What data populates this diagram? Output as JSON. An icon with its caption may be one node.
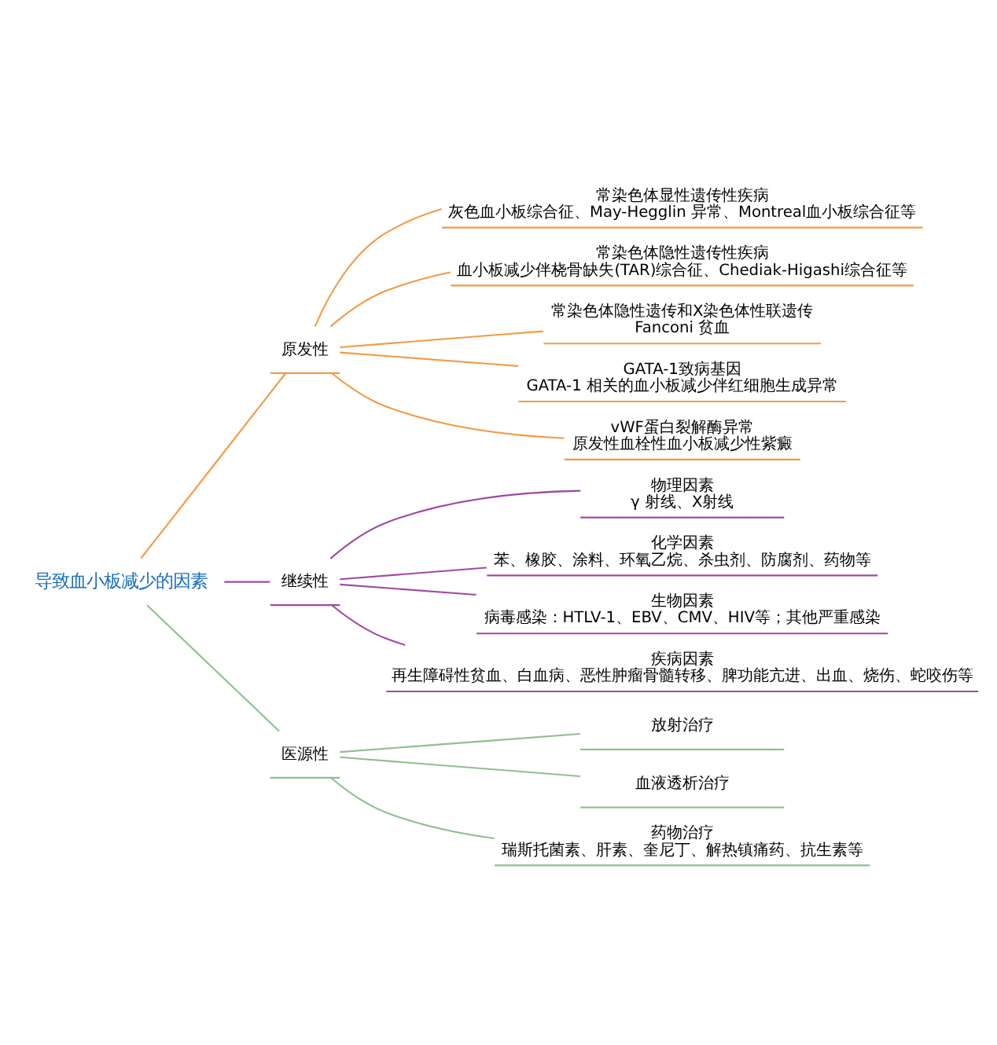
{
  "diagram": {
    "nodes": [
      {
        "text": [
          "导致血小板减少的因素"
        ]
      },
      {
        "text": [
          "原发性"
        ]
      },
      {
        "text": [
          "常染色体显性遗传性疾病",
          "灰色血小板综合征、May-Hegglin 异常、Montreal血小板综合征等"
        ]
      },
      {
        "text": [
          "常染色体隐性遗传性疾病",
          "血小板减少伴桡骨缺失(TAR)综合征、Chediak-Higashi综合征等"
        ]
      },
      {
        "text": [
          "常染色体隐性遗传和X染色体性联遗传",
          "Fanconi 贫血"
        ]
      },
      {
        "text": [
          "GATA-1致病基因",
          "GATA-1 相关的血小板减少伴红细胞生成异常"
        ]
      },
      {
        "text": [
          "vWF蛋白裂解酶异常",
          "原发性血栓性血小板减少性紫癜"
        ]
      },
      {
        "text": [
          "继续性"
        ]
      },
      {
        "text": [
          "物理因素",
          "γ 射线、X射线"
        ]
      },
      {
        "text": [
          "化学因素",
          "苯、橡胶、涂料、环氧乙烷、杀虫剂、防腐剂、药物等"
        ]
      },
      {
        "text": [
          "生物因素",
          "病毒感染：HTLV-1、EBV、CMV、HIV等；其他严重感染"
        ]
      },
      {
        "text": [
          "疾病因素",
          "再生障碍性贫血、白血病、恶性肿瘤骨髓转移、脾功能亢进、出血、烧伤、蛇咬伤等"
        ]
      },
      {
        "text": [
          "医源性"
        ]
      },
      {
        "text": [
          "放射治疗"
        ]
      },
      {
        "text": [
          "血液透析治疗"
        ]
      },
      {
        "text": [
          "药物治疗",
          "瑞斯托菌素、肝素、奎尼丁、解热镇痛药、抗生素等"
        ]
      }
    ],
    "edges": [
      {
        "from": 0,
        "to": 1,
        "arrow": "none"
      },
      {
        "from": 1,
        "to": 2,
        "arrow": "none"
      },
      {
        "from": 1,
        "to": 3,
        "arrow": "none"
      },
      {
        "from": 1,
        "to": 4,
        "arrow": "none"
      },
      {
        "from": 1,
        "to": 5,
        "arrow": "none"
      },
      {
        "from": 1,
        "to": 6,
        "arrow": "none"
      },
      {
        "from": 0,
        "to": 7,
        "arrow": "none",
        "color": "#a04aa0"
      },
      {
        "from": 7,
        "to": 8,
        "arrow": "none",
        "color": "#a04aa0"
      },
      {
        "from": 7,
        "to": 9,
        "arrow": "none",
        "color": "#a04aa0"
      },
      {
        "from": 7,
        "to": 10,
        "arrow": "none",
        "color": "#a04aa0"
      },
      {
        "from": 7,
        "to": 11,
        "arrow": "none",
        "color": "#a04aa0"
      },
      {
        "from": 0,
        "to": 12,
        "arrow": "none",
        "color": "#8fbf8f"
      },
      {
        "from": 12,
        "to": 13,
        "arrow": "none",
        "color": "#8fbf8f"
      },
      {
        "from": 12,
        "to": 14,
        "arrow": "none",
        "color": "#8fbf8f"
      },
      {
        "from": 12,
        "to": 15,
        "arrow": "none",
        "color": "#8fbf8f"
      }
    ]
  }
}
